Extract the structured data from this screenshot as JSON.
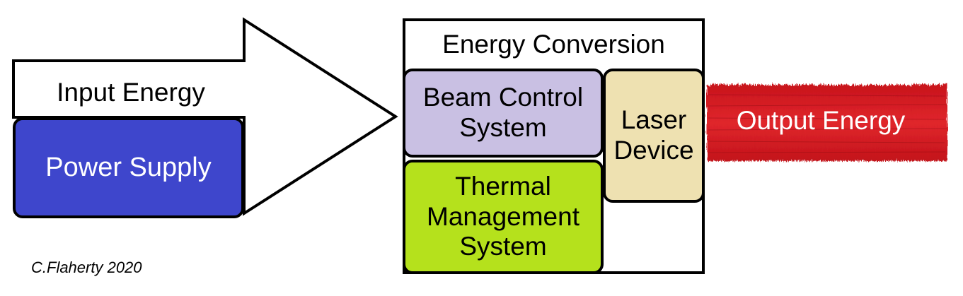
{
  "diagram": {
    "input": {
      "arrow_label": "Input Energy",
      "source_label": "Power Supply",
      "source_color": "#3e46cc"
    },
    "conversion": {
      "title": "Energy Conversion",
      "beam_control": {
        "label": "Beam Control\nSystem",
        "color": "#c9c0e3"
      },
      "thermal": {
        "label": "Thermal\nManagement\nSystem",
        "color": "#b5e11c"
      },
      "laser": {
        "label": "Laser\nDevice",
        "color": "#eee1b1"
      }
    },
    "output": {
      "label": "Output Energy",
      "beam_color": "#d51f26"
    },
    "credit": "C.Flaherty 2020"
  }
}
